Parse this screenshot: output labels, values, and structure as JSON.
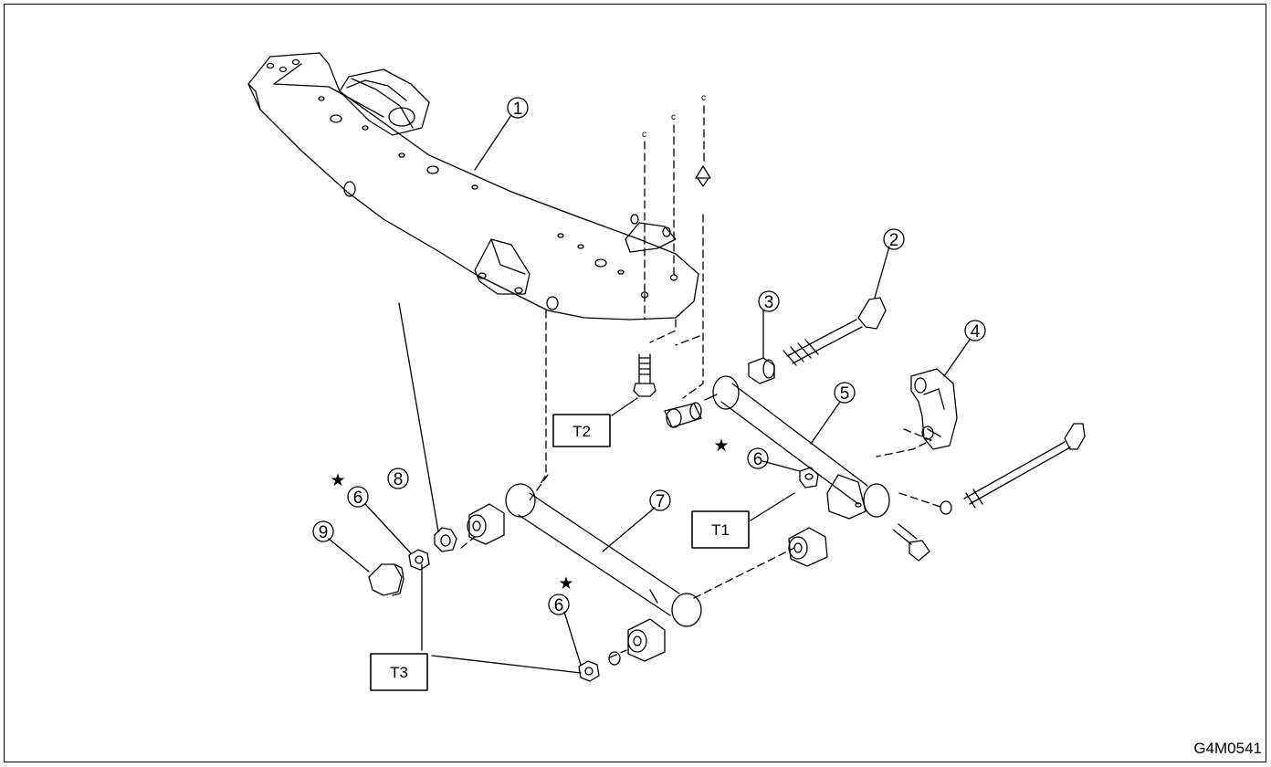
{
  "figure_id": "G4M0541",
  "callouts": [
    "1",
    "2",
    "3",
    "4",
    "5",
    "6",
    "6",
    "6",
    "7",
    "8",
    "9"
  ],
  "torque_labels": [
    "T1",
    "T2",
    "T3"
  ],
  "star_symbol": "★",
  "colors": {
    "line": "#000000",
    "background": "#ffffff"
  }
}
